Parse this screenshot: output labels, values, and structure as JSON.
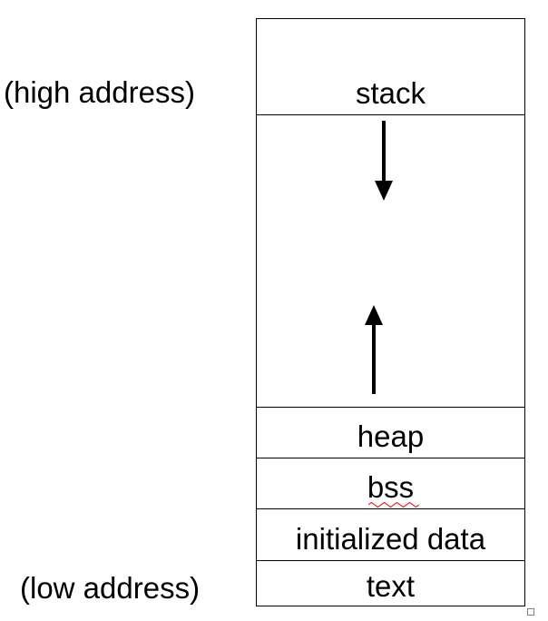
{
  "labels": {
    "high": "(high address)",
    "low": "(low address)"
  },
  "segments": {
    "stack": "stack",
    "heap": "heap",
    "bss": "bss",
    "initialized_data": "initialized data",
    "text": "text"
  },
  "arrows": {
    "stack_growth": "down",
    "heap_growth": "up"
  },
  "colors": {
    "line": "#000000",
    "spellcheck": "#e03030",
    "handle": "#7f7f7f"
  }
}
